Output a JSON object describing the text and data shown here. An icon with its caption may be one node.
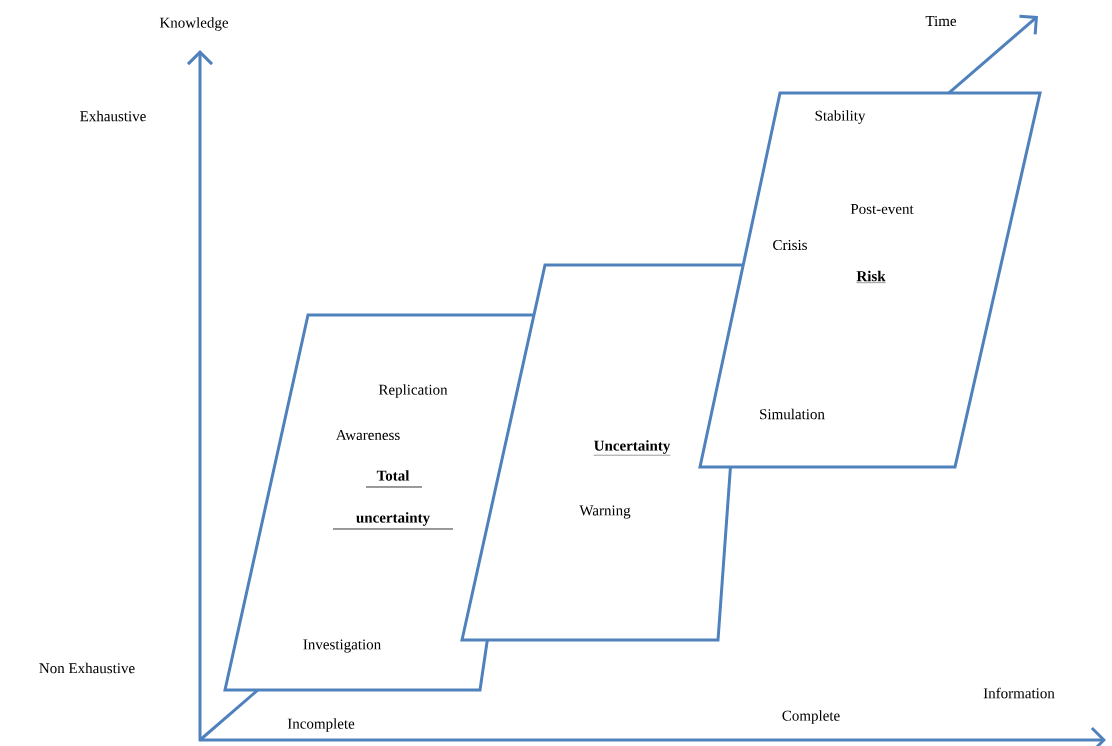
{
  "diagram": {
    "nodes": [
      {
        "text": [
          "Replication",
          "Awareness",
          "Total uncertainty",
          "Investigation"
        ]
      },
      {
        "text": [
          "Uncertainty",
          "Warning"
        ]
      },
      {
        "text": [
          "Stability",
          "Post-event",
          "Crisis",
          "Risk",
          "Simulation"
        ]
      }
    ],
    "labels": [
      "Knowledge",
      "Time",
      "Exhaustive",
      "Non Exhaustive",
      "Information",
      "Incomplete",
      "Complete"
    ]
  }
}
